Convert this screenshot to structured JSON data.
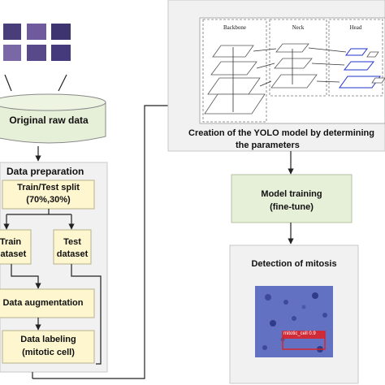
{
  "raw_data": {
    "label": "Original raw data"
  },
  "data_preparation": {
    "title": "Data preparation",
    "split": {
      "line1": "Train/Test split",
      "line2": "(70%,30%)"
    },
    "train": {
      "line1": "Train",
      "line2": "dataset"
    },
    "test": {
      "line1": "Test",
      "line2": "dataset"
    },
    "augmentation": {
      "label": "Data augmentation"
    },
    "labeling": {
      "line1": "Data labeling",
      "line2": "(mitotic cell)"
    }
  },
  "yolo_panel": {
    "sections": [
      "Backbone",
      "Neck",
      "Head"
    ],
    "caption_line1": "Creation of the YOLO model by determining",
    "caption_line2": "the parameters"
  },
  "training": {
    "line1": "Model training",
    "line2": "(fine-tune)"
  },
  "detection": {
    "title": "Detection of mitosis",
    "box_label": "mitotic_cell 0.9"
  },
  "colors": {
    "panel_gray": "#f1f1f1",
    "yellow_box": "#fdf6cf",
    "green_box": "#e6efd8",
    "head_blue": "#2233cc",
    "detect_red": "#e02020",
    "tissue": "#6a78c8"
  }
}
